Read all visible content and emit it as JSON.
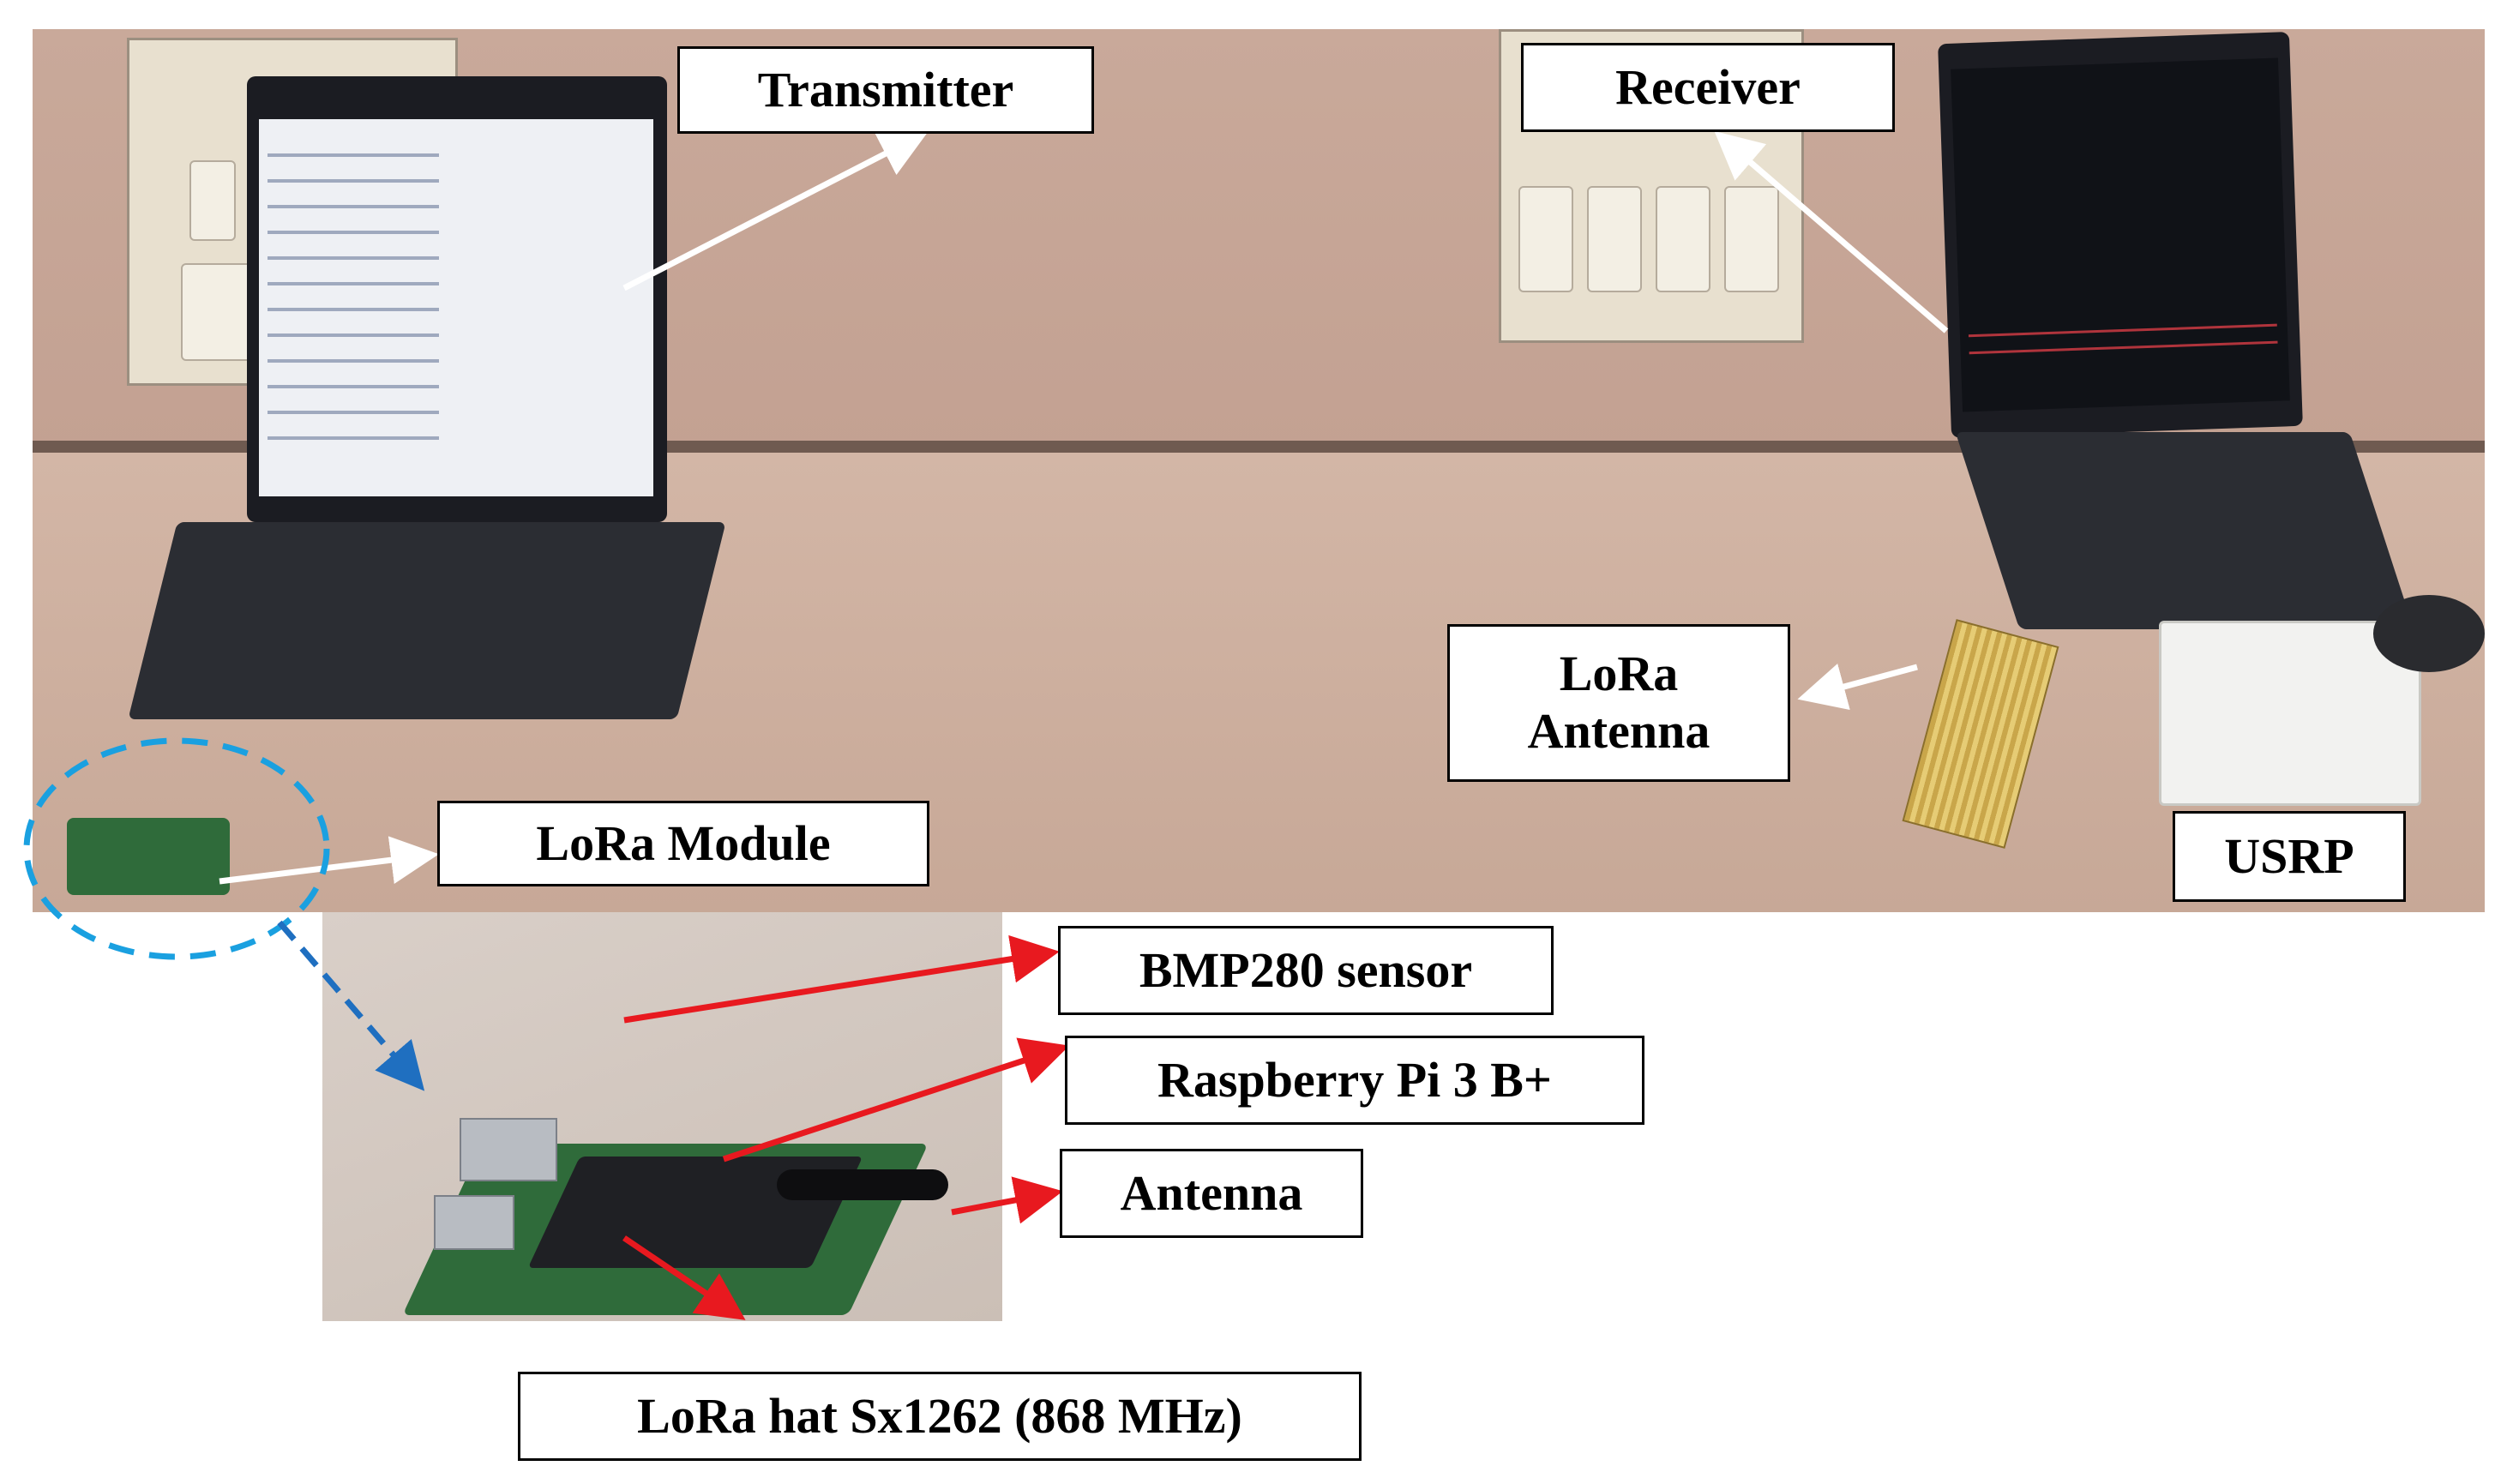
{
  "labels": {
    "transmitter": "Transmitter",
    "receiver": "Receiver",
    "lora_antenna_line1": "LoRa",
    "lora_antenna_line2": "Antenna",
    "lora_module": "LoRa Module",
    "usrp": "USRP",
    "bmp280": "BMP280 sensor",
    "raspberry_pi": "Raspberry Pi 3 B+",
    "antenna": "Antenna",
    "lora_hat": "LoRa hat Sx1262 (868 MHz)"
  },
  "colors": {
    "white_arrow": "#ffffff",
    "red_arrow": "#e8191f",
    "blue_dashed": "#1aa0e0",
    "blue_arrow": "#1f6fc0",
    "label_border": "#000000"
  },
  "icons": {
    "transmitter_laptop": "laptop-icon",
    "receiver_laptop": "laptop-icon",
    "usrp_device": "radio-box-icon",
    "lora_module_highlight": "dashed-ellipse-icon"
  }
}
